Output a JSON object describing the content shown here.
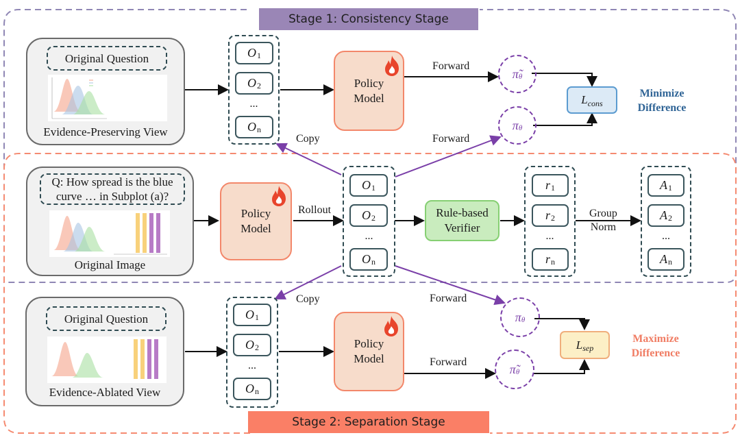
{
  "stage1": {
    "banner": "Stage 1: Consistency Stage",
    "view_question": "Original Question",
    "view_label": "Evidence-Preserving View",
    "outputs": [
      "O",
      "O",
      "O"
    ],
    "output_subs": [
      "1",
      "2",
      "n"
    ],
    "ellipsis": "...",
    "policy_label_line1": "Policy",
    "policy_label_line2": "Model",
    "forward_top": "Forward",
    "forward_bottom": "Forward",
    "copy": "Copy",
    "pi_tilde": "π̃",
    "pi": "π",
    "theta": "θ",
    "loss_main": "L",
    "loss_sub": "cons",
    "goal_line1": "Minimize",
    "goal_line2": "Difference",
    "goal_color": "#2f6496"
  },
  "middle": {
    "question_line1": "Q: How spread is the blue",
    "question_line2": "curve … in Subplot (a)?",
    "view_label": "Original Image",
    "policy_label_line1": "Policy",
    "policy_label_line2": "Model",
    "rollout": "Rollout",
    "outputs": [
      "O",
      "O",
      "O"
    ],
    "output_subs": [
      "1",
      "2",
      "n"
    ],
    "ellipsis": "...",
    "verifier_line1": "Rule-based",
    "verifier_line2": "Verifier",
    "rewards": [
      "r",
      "r",
      "r"
    ],
    "reward_subs": [
      "1",
      "2",
      "n"
    ],
    "group_norm_line1": "Group",
    "group_norm_line2": "Norm",
    "advantages": [
      "A",
      "A",
      "A"
    ],
    "advantage_subs": [
      "1",
      "2",
      "n"
    ]
  },
  "stage2": {
    "banner": "Stage 2: Separation Stage",
    "view_question": "Original Question",
    "view_label": "Evidence-Ablated View",
    "outputs": [
      "O",
      "O",
      "O"
    ],
    "output_subs": [
      "1",
      "2",
      "n"
    ],
    "ellipsis": "...",
    "policy_label_line1": "Policy",
    "policy_label_line2": "Model",
    "copy": "Copy",
    "forward_top": "Forward",
    "forward_bottom": "Forward",
    "pi_tilde": "π̃",
    "pi": "π",
    "theta": "θ",
    "loss_main": "L",
    "loss_sub": "sep",
    "goal_line1": "Maximize",
    "goal_line2": "Difference",
    "goal_color": "#f07c63"
  },
  "colors": {
    "stage1_accent": "#9a86b6",
    "stage2_accent": "#fa7f66",
    "policy_fill": "#f7dccb",
    "verifier_fill": "#c9ecbe",
    "pi_color": "#7a3fa8"
  }
}
